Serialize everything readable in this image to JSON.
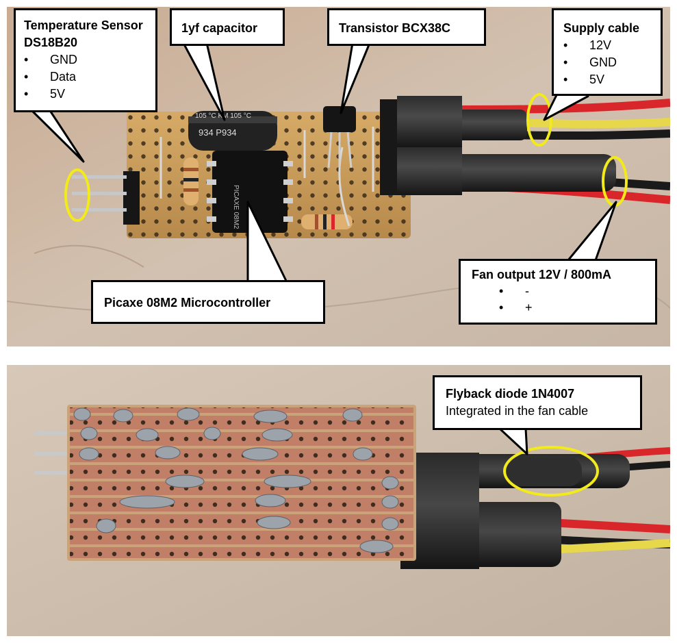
{
  "callouts": {
    "temp_sensor": {
      "title": "Temperature Sensor DS18B20",
      "items": [
        "GND",
        "Data",
        "5V"
      ]
    },
    "capacitor": {
      "title": "1yf capacitor"
    },
    "transistor": {
      "title": "Transistor BCX38C"
    },
    "supply_cable": {
      "title": "Supply cable",
      "items": [
        "12V",
        "GND",
        "5V"
      ]
    },
    "microcontroller": {
      "title": "Picaxe 08M2 Microcontroller"
    },
    "fan_output": {
      "title": "Fan output 12V / 800mA",
      "items": [
        "-",
        "+"
      ]
    },
    "flyback_diode": {
      "title": "Flyback diode 1N4007",
      "subtitle": "Integrated in the fan cable"
    }
  },
  "component_markings": {
    "capacitor_text": "105 °C  KM 105 °C",
    "capacitor_code": "934   P934",
    "chip_text": "PICAXE 08M2"
  },
  "colors": {
    "highlight": "#f2ea1a",
    "board": "#c79a5a",
    "copper": "#b9785f",
    "background": "#cdbfb0",
    "wire_red": "#d8262b",
    "wire_yellow": "#e6d84a"
  }
}
